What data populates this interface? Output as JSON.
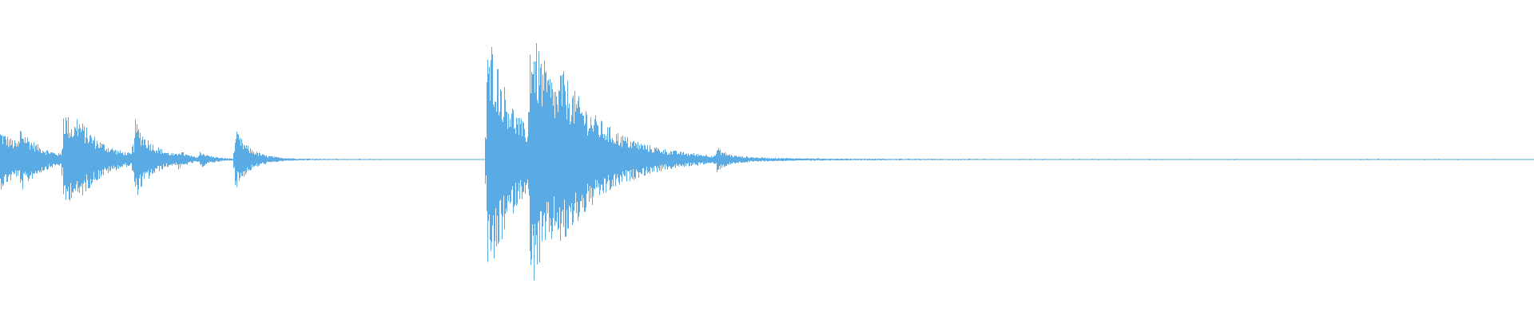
{
  "waveform": {
    "color": "#5aaae3",
    "background": "#ffffff",
    "duration_label": "",
    "events": [
      {
        "t": 0.0,
        "amp": 0.2,
        "decay": 0.02
      },
      {
        "t": 0.013,
        "amp": 0.12,
        "decay": 0.01
      },
      {
        "t": 0.041,
        "amp": 0.31,
        "decay": 0.018
      },
      {
        "t": 0.049,
        "amp": 0.1,
        "decay": 0.015
      },
      {
        "t": 0.087,
        "amp": 0.25,
        "decay": 0.012
      },
      {
        "t": 0.116,
        "amp": 0.04,
        "decay": 0.005
      },
      {
        "t": 0.13,
        "amp": 0.05,
        "decay": 0.006
      },
      {
        "t": 0.153,
        "amp": 0.2,
        "decay": 0.01
      },
      {
        "t": 0.317,
        "amp": 0.73,
        "decay": 0.02
      },
      {
        "t": 0.32,
        "amp": 0.2,
        "decay": 0.01
      },
      {
        "t": 0.345,
        "amp": 0.7,
        "decay": 0.035
      },
      {
        "t": 0.365,
        "amp": 0.16,
        "decay": 0.025
      },
      {
        "t": 0.467,
        "amp": 0.06,
        "decay": 0.006
      }
    ],
    "noise_floor": 0.004
  }
}
